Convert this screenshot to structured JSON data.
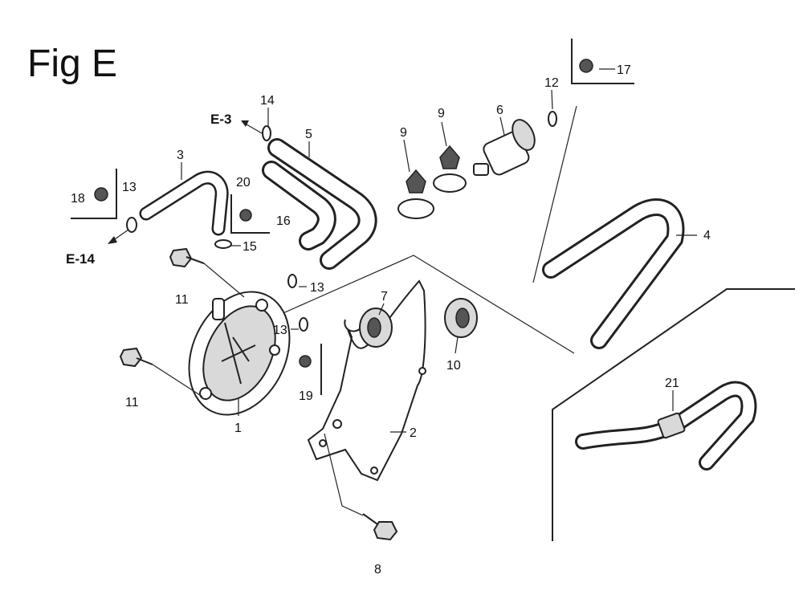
{
  "figure": {
    "title": "Fig E"
  },
  "references": [
    {
      "id": "ref-e3",
      "label": "E-3"
    },
    {
      "id": "ref-e14",
      "label": "E-14"
    }
  ],
  "callouts": [
    {
      "id": "c1",
      "label": "1"
    },
    {
      "id": "c2",
      "label": "2"
    },
    {
      "id": "c3",
      "label": "3"
    },
    {
      "id": "c4",
      "label": "4"
    },
    {
      "id": "c5",
      "label": "5"
    },
    {
      "id": "c6",
      "label": "6"
    },
    {
      "id": "c7",
      "label": "7"
    },
    {
      "id": "c8",
      "label": "8"
    },
    {
      "id": "c9a",
      "label": "9"
    },
    {
      "id": "c9b",
      "label": "9"
    },
    {
      "id": "c10",
      "label": "10"
    },
    {
      "id": "c11a",
      "label": "11"
    },
    {
      "id": "c11b",
      "label": "11"
    },
    {
      "id": "c12",
      "label": "12"
    },
    {
      "id": "c13a",
      "label": "13"
    },
    {
      "id": "c13b",
      "label": "13"
    },
    {
      "id": "c13c",
      "label": "13"
    },
    {
      "id": "c14",
      "label": "14"
    },
    {
      "id": "c15",
      "label": "15"
    },
    {
      "id": "c16",
      "label": "16"
    },
    {
      "id": "c17",
      "label": "17"
    },
    {
      "id": "c18",
      "label": "18"
    },
    {
      "id": "c19",
      "label": "19"
    },
    {
      "id": "c20",
      "label": "20"
    },
    {
      "id": "c21",
      "label": "21"
    }
  ]
}
